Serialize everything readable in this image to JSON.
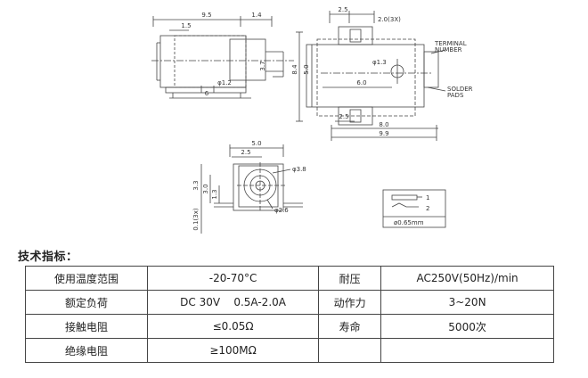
{
  "drawing": {
    "side": {
      "d95": "9.5",
      "d14": "1.4",
      "d15": "1.5",
      "d6": "6",
      "phi12": "φ1.2",
      "d37": "3.7"
    },
    "top": {
      "d25": "2.5",
      "d20": "2.0(3X)",
      "terminal": "TERMINAL",
      "number": "NUMBER",
      "d13": "φ1.3",
      "d84": "8.4",
      "d50": "5.0",
      "d60": "6.0",
      "solder": "SOLDER",
      "pads": "PADS",
      "d25b": "2.5",
      "d80": "8.0",
      "d99": "9.9"
    },
    "front": {
      "d50": "5.0",
      "d25": "2.5",
      "phi38": "φ3.8",
      "d33": "3.3",
      "d30": "3.0",
      "d13": "1.3",
      "d012": "0.1(3x)",
      "phi26": "φ2.6"
    },
    "symbol": {
      "pin1": "1",
      "pin2": "2",
      "pin": "ø0.65mm"
    }
  },
  "spec_title": "技术指标：",
  "spec_rows": [
    [
      "使用温度范围",
      "-20-70°C",
      "耐压",
      "AC250V(50Hz)/min"
    ],
    [
      "额定负荷",
      "DC 30V    0.5A-2.0A",
      "动作力",
      "3~20N"
    ],
    [
      "接触电阻",
      "≤0.05Ω",
      "寿命",
      "5000次"
    ],
    [
      "绝缘电阻",
      "≥100MΩ",
      "",
      ""
    ]
  ]
}
